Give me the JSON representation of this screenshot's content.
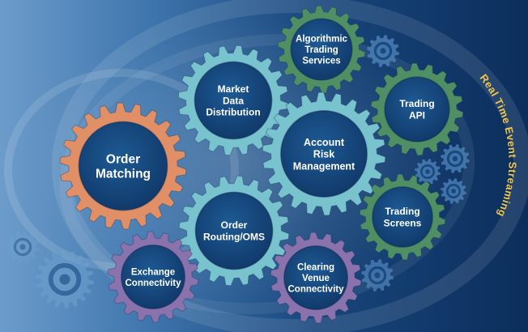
{
  "streaming_label": "Real Time Event Streaming",
  "colors": {
    "background_dark": "#0c2e5c",
    "background_light": "#5b8fc2",
    "orange_gear": "#e08f66",
    "teal_gear": "#79c3cf",
    "green_gear": "#4f8f63",
    "purple_gear": "#8a73ad",
    "gear_face": "#123f73",
    "streaming_text": "#f2c64a"
  },
  "gears": [
    {
      "id": "order-matching",
      "lines": [
        "Order",
        "Matching"
      ],
      "color": "#e08f66"
    },
    {
      "id": "market-data-distribution",
      "lines": [
        "Market",
        "Data",
        "Distribution"
      ],
      "color": "#79c3cf"
    },
    {
      "id": "algorithmic-trading-services",
      "lines": [
        "Algorithmic",
        "Trading",
        "Services"
      ],
      "color": "#4f8f63"
    },
    {
      "id": "trading-api",
      "lines": [
        "Trading",
        "API"
      ],
      "color": "#4f8f63"
    },
    {
      "id": "account-risk-management",
      "lines": [
        "Account",
        "Risk",
        "Management"
      ],
      "color": "#79c3cf"
    },
    {
      "id": "order-routing-oms",
      "lines": [
        "Order",
        "Routing/OMS"
      ],
      "color": "#79c3cf"
    },
    {
      "id": "trading-screens",
      "lines": [
        "Trading",
        "Screens"
      ],
      "color": "#4f8f63"
    },
    {
      "id": "exchange-connectivity",
      "lines": [
        "Exchange",
        "Connectivity"
      ],
      "color": "#8a73ad"
    },
    {
      "id": "clearing-venue-connectivity",
      "lines": [
        "Clearing",
        "Venue",
        "Connectivity"
      ],
      "color": "#8a73ad"
    }
  ]
}
